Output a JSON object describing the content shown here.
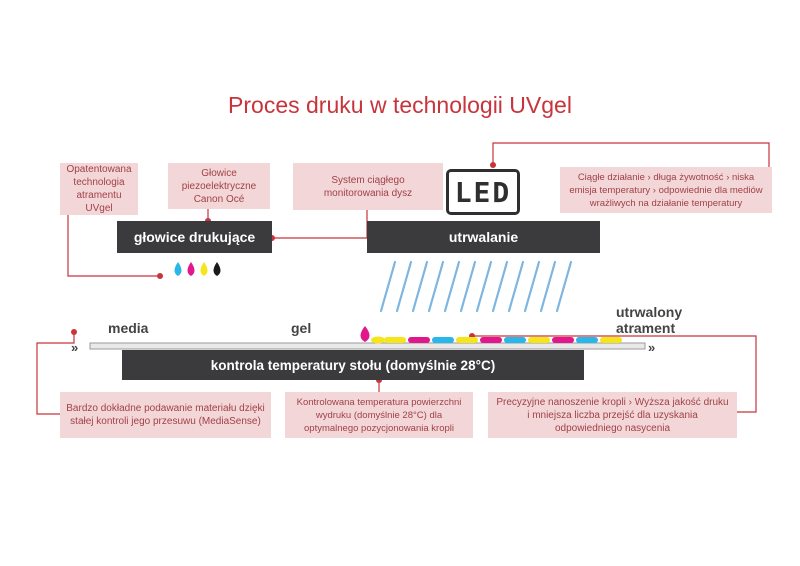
{
  "title": "Proces druku w technologii UVgel",
  "notes": {
    "patented_ink": "Opatentowana technologia atramentu UVgel",
    "heads": "Głowice piezoelektryczne Canon Océ",
    "monitoring": "System ciągłego monitorowania dysz",
    "led_benefits": "Ciągłe działanie › długa żywotność › niska emisja temperatury › odpowiednie dla mediów wrażliwych na działanie temperatury",
    "media_feed": "Bardzo dokładne podawanie materiału dzięki stałej kontroli jego przesuwu (MediaSense)",
    "temp_control": "Kontrolowana temperatura powierzchni wydruku (domyślnie 28°C) dla optymalnego pozycjonowania kropli",
    "droplets": "Precyzyjne nanoszenie kropli › Wyższa jakość druku i mniejsza liczba przejść dla uzyskania odpowiedniego nasycenia"
  },
  "bars": {
    "heads": "głowice drukujące",
    "curing": "utrwalanie",
    "table": "kontrola temperatury stołu (domyślnie 28°C)"
  },
  "led": "LED",
  "labels": {
    "media": "media",
    "gel": "gel",
    "cured": "utrwalony atrament"
  },
  "colors": {
    "accent": "#c8343b",
    "note_bg": "#f3d6d8",
    "bar": "#3b3b3d",
    "cyan": "#29b6e8",
    "magenta": "#e0188b",
    "yellow": "#f7e51c",
    "black": "#1a1a1a"
  }
}
